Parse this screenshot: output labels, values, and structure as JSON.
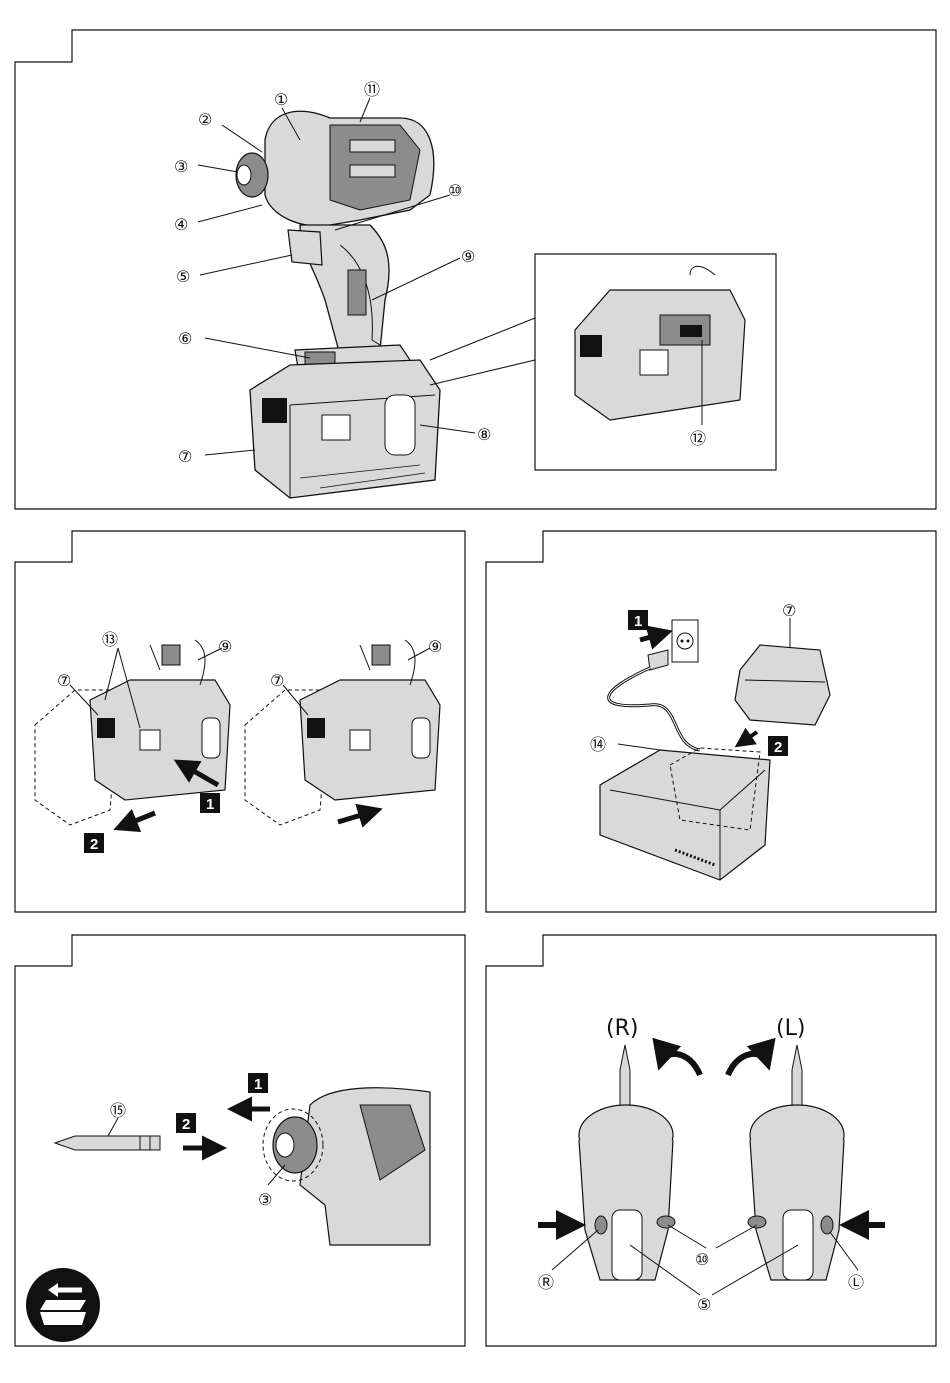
{
  "callouts": {
    "c1": "①",
    "c2": "②",
    "c3": "③",
    "c4": "④",
    "c5": "⑤",
    "c6": "⑥",
    "c7": "⑦",
    "c8": "⑧",
    "c9": "⑨",
    "c10": "⑩",
    "c11": "⑪",
    "c12": "⑫",
    "c13": "⑬",
    "c14": "⑭",
    "c15": "⑮"
  },
  "steps": {
    "s1": "1",
    "s2": "2"
  },
  "rotation": {
    "right": "(R)",
    "left": "(L)",
    "right_small": "Ⓡ",
    "left_small": "Ⓛ"
  },
  "colors": {
    "line": "#111111",
    "tool": "#d9d9d9",
    "tool_dark": "#8c8c8c",
    "step_bg": "#111111"
  }
}
